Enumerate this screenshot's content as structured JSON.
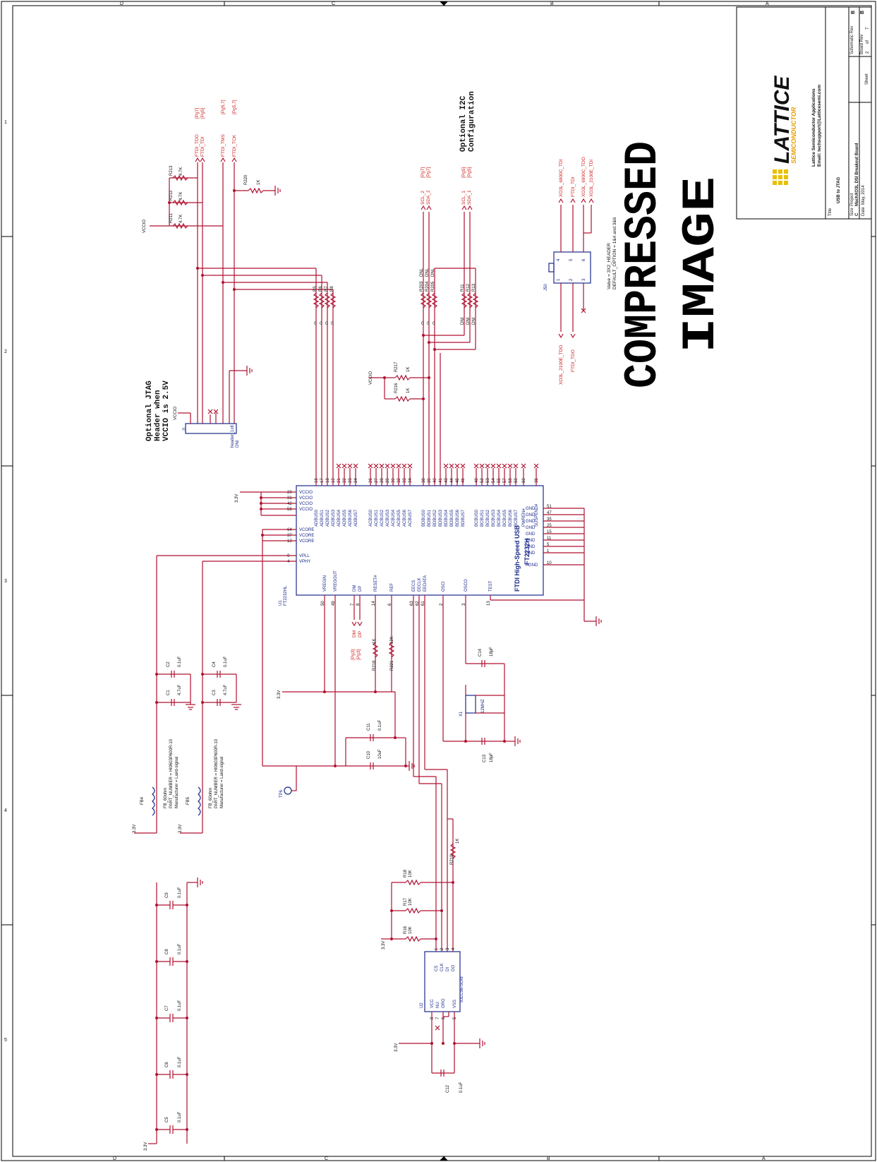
{
  "title_block": {
    "company": "Lattice Semiconductor Applications",
    "email": "Email: techsupport@Latticesemi.com",
    "title_label": "Title",
    "title": "USB to JTAG",
    "size_label": "Size",
    "size": "C",
    "project_label": "Project",
    "project": "MachXO3L DSI Breakout Board",
    "date_label": "Date",
    "date": "May, 2014",
    "schematic_rev_label": "Schematic Rev",
    "schematic_rev": "B",
    "board_rev_label": "Board Rev",
    "board_rev": "B",
    "sheet_label": "Sheet",
    "sheet": "2",
    "of_label": "of",
    "sheet_total": "7",
    "logo_text": "LATTICE",
    "logo_sub": "SEMICONDUCTOR"
  },
  "watermark": [
    "COMPRESSED",
    "IMAGE"
  ],
  "notes": {
    "jtag": [
      "Optional JTAG",
      "Header when",
      "VCCIO is 2.5V"
    ],
    "i2c": [
      "Optional I2C",
      "Configuration"
    ],
    "j50_value": "Value = 3X2_HEADER",
    "j50_option": "DEFAULT_OPTION = 1&4 and 3&6"
  },
  "ic": {
    "name": "FTDI High-Speed USB",
    "part": "FT2232H",
    "ref": "U1",
    "ref_part": "FT2232HL",
    "left_pins": [
      {
        "num": "50",
        "name": "VREGIN"
      },
      {
        "num": "49",
        "name": "VREGOUT"
      },
      {
        "num": "7",
        "name": "DM"
      },
      {
        "num": "8",
        "name": "DP"
      },
      {
        "num": "14",
        "name": "RESET#"
      },
      {
        "num": "6",
        "name": "REF"
      },
      {
        "num": "63",
        "name": "EECS"
      },
      {
        "num": "62",
        "name": "EECLK"
      },
      {
        "num": "61",
        "name": "EEDATA"
      },
      {
        "num": "2",
        "name": "OSCI"
      },
      {
        "num": "3",
        "name": "OSCO"
      },
      {
        "num": "13",
        "name": "TEST"
      }
    ],
    "top_pins": [
      {
        "num": "20",
        "name": "VCCIO"
      },
      {
        "num": "31",
        "name": "VCCIO"
      },
      {
        "num": "42",
        "name": "VCCIO"
      },
      {
        "num": "56",
        "name": "VCCIO"
      },
      {
        "num": "64",
        "name": "VCORE"
      },
      {
        "num": "37",
        "name": "VCORE"
      },
      {
        "num": "12",
        "name": "VCORE"
      },
      {
        "num": "9",
        "name": "VPLL"
      },
      {
        "num": "4",
        "name": "VPHY"
      }
    ],
    "right_pins": [
      {
        "num": "16",
        "name": "ADBUS0"
      },
      {
        "num": "17",
        "name": "ADBUS1"
      },
      {
        "num": "18",
        "name": "ADBUS2"
      },
      {
        "num": "19",
        "name": "ADBUS3"
      },
      {
        "num": "21",
        "name": "ADBUS4"
      },
      {
        "num": "22",
        "name": "ADBUS5"
      },
      {
        "num": "23",
        "name": "ADBUS6"
      },
      {
        "num": "24",
        "name": "ADBUS7"
      },
      {
        "num": "26",
        "name": "ACBUS0"
      },
      {
        "num": "27",
        "name": "ACBUS1"
      },
      {
        "num": "28",
        "name": "ACBUS2"
      },
      {
        "num": "29",
        "name": "ACBUS3"
      },
      {
        "num": "30",
        "name": "ACBUS4"
      },
      {
        "num": "32",
        "name": "ACBUS5"
      },
      {
        "num": "33",
        "name": "ACBUS6"
      },
      {
        "num": "34",
        "name": "ACBUS7"
      },
      {
        "num": "38",
        "name": "BDBUS0"
      },
      {
        "num": "39",
        "name": "BDBUS1"
      },
      {
        "num": "40",
        "name": "BDBUS2"
      },
      {
        "num": "41",
        "name": "BDBUS3"
      },
      {
        "num": "43",
        "name": "BDBUS4"
      },
      {
        "num": "44",
        "name": "BDBUS5"
      },
      {
        "num": "45",
        "name": "BDBUS6"
      },
      {
        "num": "46",
        "name": "BDBUS7"
      },
      {
        "num": "48",
        "name": "BCBUS0"
      },
      {
        "num": "52",
        "name": "BCBUS1"
      },
      {
        "num": "53",
        "name": "BCBUS2"
      },
      {
        "num": "54",
        "name": "BCBUS3"
      },
      {
        "num": "55",
        "name": "BCBUS4"
      },
      {
        "num": "57",
        "name": "BCBUS5"
      },
      {
        "num": "58",
        "name": "BCBUS6"
      },
      {
        "num": "59",
        "name": "BCBUS7"
      },
      {
        "num": "60",
        "name": "PWREN#"
      },
      {
        "num": "36",
        "name": "SUSPEND#"
      }
    ],
    "gnd_pins": [
      {
        "num": "51",
        "name": "GND"
      },
      {
        "num": "47",
        "name": "GND"
      },
      {
        "num": "35",
        "name": "GND"
      },
      {
        "num": "25",
        "name": "GND"
      },
      {
        "num": "15",
        "name": "GND"
      },
      {
        "num": "11",
        "name": "GND"
      },
      {
        "num": "5",
        "name": "GND"
      },
      {
        "num": "1",
        "name": "GND"
      },
      {
        "num": "10",
        "name": "AGND"
      }
    ]
  },
  "nets": {
    "v33": "3.3V",
    "vccio": "VCCIO",
    "ftdi_tdo": "FTDI_TDO",
    "ftdi_tdi": "FTDI_TDI",
    "ftdi_tms": "FTDI_TMS",
    "ftdi_tck": "FTDI_TCK",
    "scl2": "SCL_2",
    "sda2": "SDA_2",
    "scl1": "SCL_1",
    "sda1": "SDA_1",
    "xo3l6900_tdi": "XO3L_6900C_TDI",
    "ftdi_tdi_b": "FTDI_TDI",
    "xo3l6900_tdo": "XO3L_6900C_TDO",
    "xo3l2100_tdi": "XO3L_2100E_TDI",
    "xo3l2100_tdo": "XO3L_2100E_TDO",
    "ftdi_tdo_b": "FTDI_TDO",
    "dm": "DM",
    "dp": "DP"
  },
  "page_refs": {
    "tdo": "[Pg7]",
    "tdi": "[Pg5]",
    "tms": "[Pg5,7]",
    "tck": "[Pg5,7]",
    "scl2": "[Pg7]",
    "sda2": "[Pg7]",
    "scl1": "[Pg5]",
    "sda1": "[Pg5]",
    "dm": "[Pg3]",
    "dp": "[Pg3]"
  },
  "parts": {
    "r211": "R211",
    "r212": "R212",
    "r213": "R213",
    "v47k": "4.7K",
    "r220": "R220",
    "v1k": "1K",
    "v0": "0",
    "r5": "R5",
    "r6": "R6",
    "r7": "R7",
    "r8": "R8",
    "r203": "R203",
    "r204": "R204",
    "r205": "R205",
    "dnl": "DNL",
    "r11": "R11",
    "r12": "R12",
    "r13": "R13",
    "dni": "DNI",
    "r216": "R216",
    "r217": "R217",
    "j1": "J1",
    "j1_val": "header_1x8",
    "j1_dni": "DNI",
    "j50": "J50",
    "r218": "R218",
    "r221": "R221",
    "v12k": "12K",
    "c1": "C1",
    "c2": "C2",
    "c3": "C3",
    "c4": "C4",
    "v47uf": "4.7uF",
    "v01uf": "0.1uF",
    "fb4": "FB4",
    "fb5": "FB5",
    "fb_val": "FB_60ohm",
    "fb_pn": "PART_NUMBER = HI0603P600R-10",
    "fb_mfr": "Manufacturer = Laird-signal",
    "c10": "C10",
    "v10uf": "10uF",
    "c11": "C11",
    "tp6": "TP6",
    "c13": "C13",
    "c14": "C14",
    "v18pf": "18pF",
    "x1": "X1",
    "x1_val": "12MHZ",
    "r219": "R219",
    "r16": "R16",
    "r17": "R17",
    "r18": "R18",
    "v10k": "10K",
    "u2": "U2",
    "u2_part": "93LC56-SOI8",
    "u2_pins": [
      {
        "num": "8",
        "name": "VCC"
      },
      {
        "num": "7",
        "name": "NU"
      },
      {
        "num": "6",
        "name": "ORG"
      },
      {
        "num": "5",
        "name": "VSS"
      },
      {
        "num": "1",
        "name": "CS"
      },
      {
        "num": "2",
        "name": "CLK"
      },
      {
        "num": "3",
        "name": "DI"
      },
      {
        "num": "4",
        "name": "DO"
      }
    ],
    "c12": "C12",
    "c5": "C5",
    "c6": "C6",
    "c7": "C7",
    "c8": "C8",
    "c9": "C9"
  },
  "border": {
    "top": [
      "D",
      "C",
      "B",
      "A"
    ],
    "side": [
      "1",
      "2",
      "3",
      "4",
      "5"
    ]
  }
}
